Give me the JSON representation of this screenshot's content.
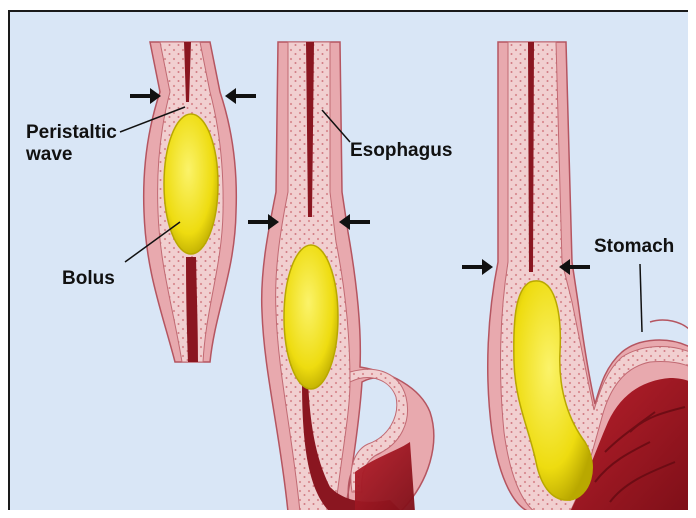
{
  "labels": {
    "peristaltic_line1": "Peristaltic",
    "peristaltic_line2": "wave",
    "esophagus": "Esophagus",
    "bolus": "Bolus",
    "stomach": "Stomach"
  },
  "colors": {
    "background": "#d9e6f6",
    "wall_outer": "#e9b4b8",
    "wall_inner": "#f3d2d3",
    "lumen": "#8a1620",
    "bolus": "#f2e21a",
    "bolus_edge": "#b9a800",
    "arrow": "#111111"
  },
  "icons": {
    "arrows": "black-arrow-right-and-left"
  }
}
